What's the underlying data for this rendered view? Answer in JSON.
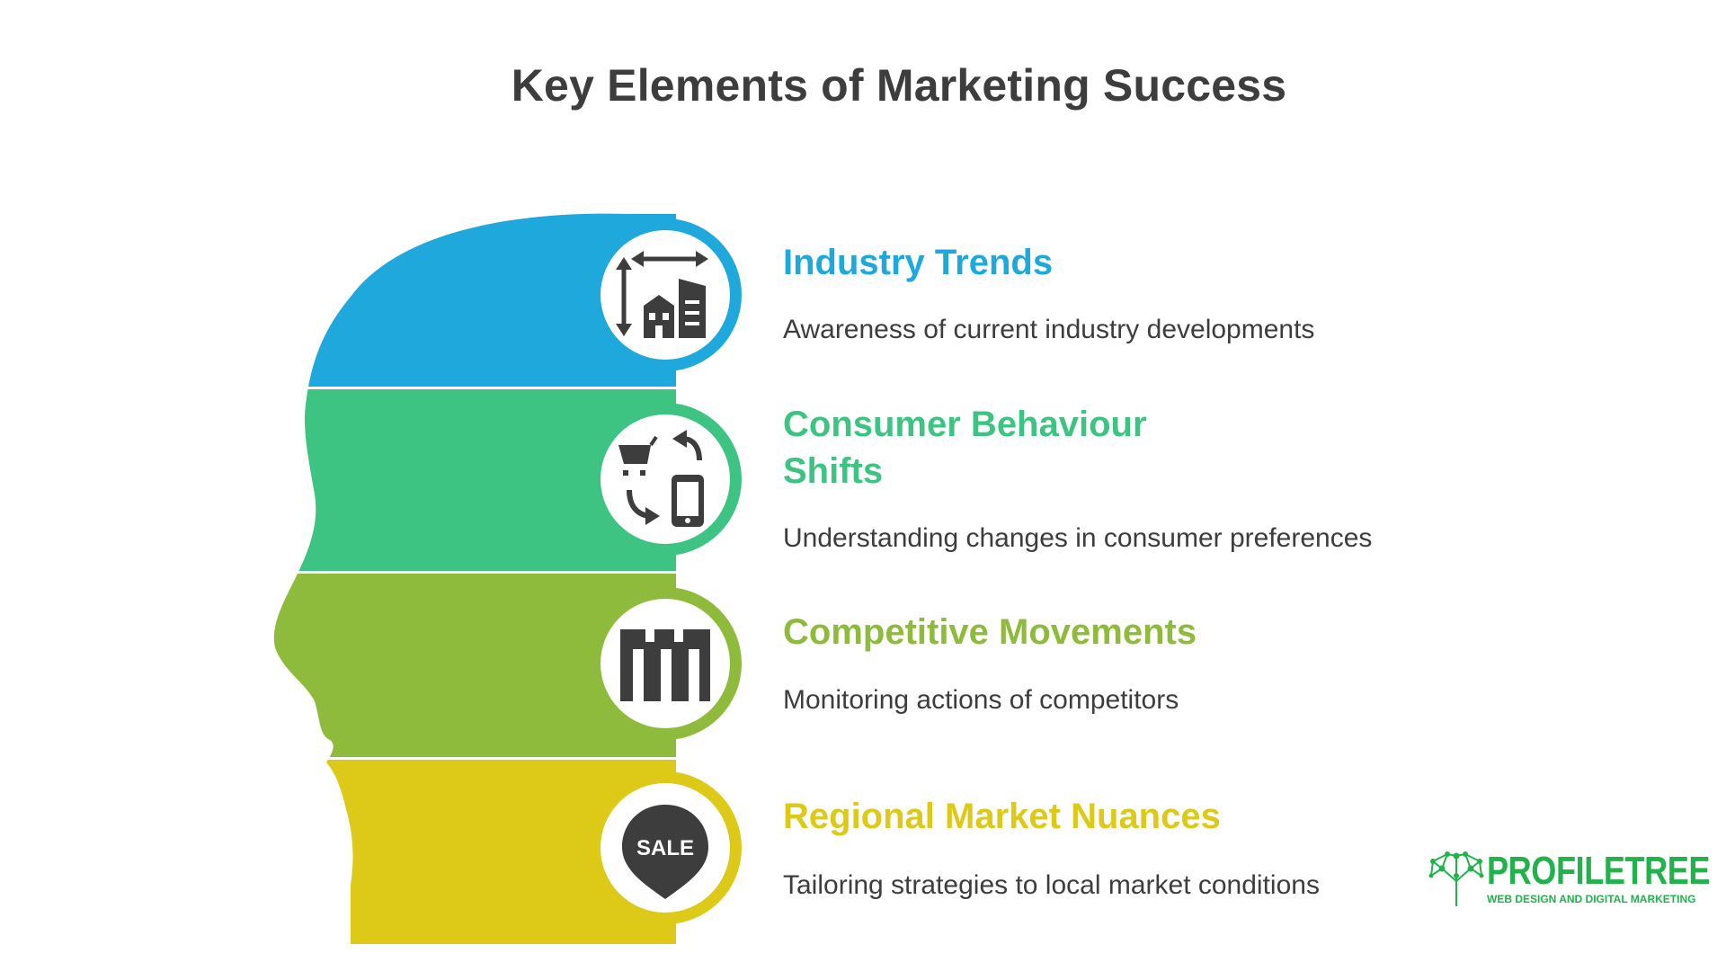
{
  "title": "Key Elements of Marketing Success",
  "items": [
    {
      "title": "Industry Trends",
      "description": "Awareness of current industry developments",
      "color": "#1ea8dc",
      "icon": "building-measure-icon"
    },
    {
      "title": "Consumer Behaviour Shifts",
      "description": "Understanding changes in consumer preferences",
      "color": "#3dc482",
      "icon": "cart-phone-exchange-icon"
    },
    {
      "title": "Competitive Movements",
      "description": "Monitoring actions of competitors",
      "color": "#8fbb3c",
      "icon": "competitor-buildings-icon"
    },
    {
      "title": "Regional Market Nuances",
      "description": "Tailoring strategies to local market conditions",
      "color": "#dcc918",
      "icon": "sale-pin-icon",
      "icon_text": "SALE"
    }
  ],
  "logo": {
    "name": "PROFILETREE",
    "tagline": "WEB DESIGN AND DIGITAL MARKETING",
    "color": "#22b24c"
  }
}
